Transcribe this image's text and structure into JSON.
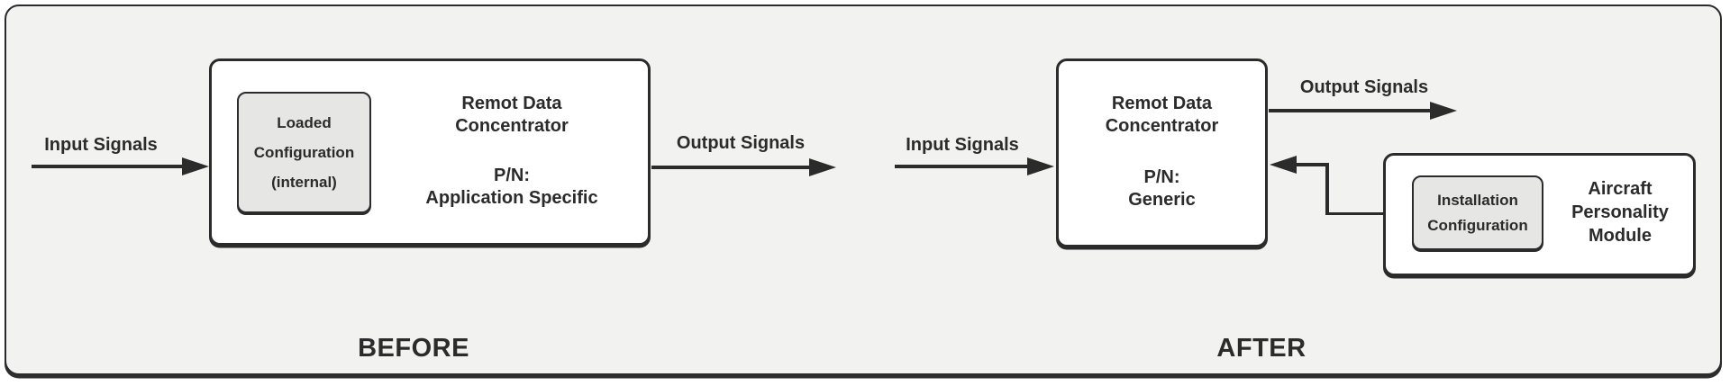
{
  "diagram": {
    "colors": {
      "background": "#f2f2f0",
      "ink": "#2b2b2b",
      "box_fill": "#ffffff",
      "chip_fill": "#e6e6e4"
    },
    "before": {
      "section_label": "BEFORE",
      "input_signal_label": "Input Signals",
      "output_signal_label": "Output Signals",
      "rdc_box": {
        "title_line1": "Remot Data",
        "title_line2": "Concentrator",
        "pn_line1": "P/N:",
        "pn_line2": "Application Specific"
      },
      "config_chip": {
        "line1": "Loaded",
        "line2": "Configuration",
        "line3": "(internal)"
      }
    },
    "after": {
      "section_label": "AFTER",
      "input_signal_label": "Input Signals",
      "output_signal_label": "Output Signals",
      "rdc_box": {
        "title_line1": "Remot Data",
        "title_line2": "Concentrator",
        "pn_line1": "P/N:",
        "pn_line2": "Generic"
      },
      "apm_box": {
        "title_line1": "Aircraft",
        "title_line2": "Personality",
        "title_line3": "Module"
      },
      "config_chip": {
        "line1": "Installation",
        "line2": "Configuration"
      }
    }
  }
}
